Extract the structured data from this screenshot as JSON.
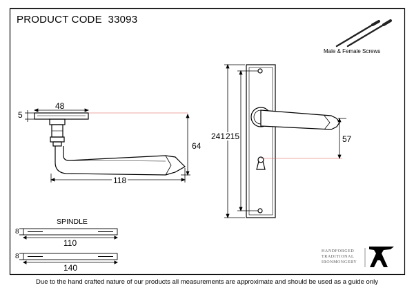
{
  "header": {
    "product_code": "PRODUCT CODE  33093"
  },
  "screws": {
    "label": "Male & Female Screws"
  },
  "dimensions": {
    "rose_width": "48",
    "rose_thickness": "5",
    "lever_projection": "64",
    "lever_length": "118",
    "plate_height": "241",
    "fixing_centres": "215",
    "lever_to_keyhole": "57"
  },
  "spindles": {
    "title": "SPINDLE",
    "items": [
      {
        "size": "8",
        "length": "110"
      },
      {
        "size": "8",
        "length": "140"
      }
    ]
  },
  "brand": {
    "lines": [
      "HANDFORGED",
      "TRADITIONAL",
      "IRONMONGERY"
    ],
    "mark": "A"
  },
  "footer": {
    "disclaimer": "Due to the hand crafted nature of our products all measurements are approximate and should be used as a guide only"
  },
  "colors": {
    "line": "#000000",
    "guide": "#d9534f",
    "brand_grey": "#555555"
  }
}
